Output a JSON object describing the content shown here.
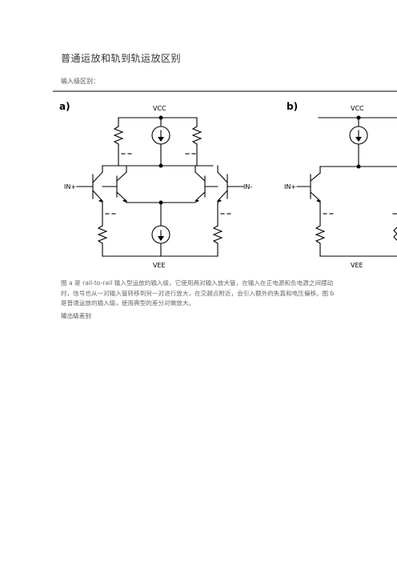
{
  "page": {
    "title": "普通运放和轨到轨运放区别",
    "subtitle": "输入级区别：",
    "figure": {
      "panel_a_label": "a)",
      "panel_b_label": "b)",
      "vcc_label": "VCC",
      "vee_label": "VEE",
      "in_plus_label": "IN+",
      "in_minus_label": "IN-"
    },
    "paragraph": {
      "p1": "图 ",
      "a": "a",
      "p2": " 是 ",
      "rr": "rail-to-rail",
      "p3": " 输入型运放的输入级，它使用两对输入放大管，在输入在正电源和负电源之间摆动时，信号也从一对输入管转移到另一对进行放大，在交越点附近，会引入额外的失真和电压偏移。图 ",
      "b": "b",
      "p4": " 是普通运放的输入级，使用典型的差分对做放大。"
    },
    "section2": "输出级差别"
  }
}
